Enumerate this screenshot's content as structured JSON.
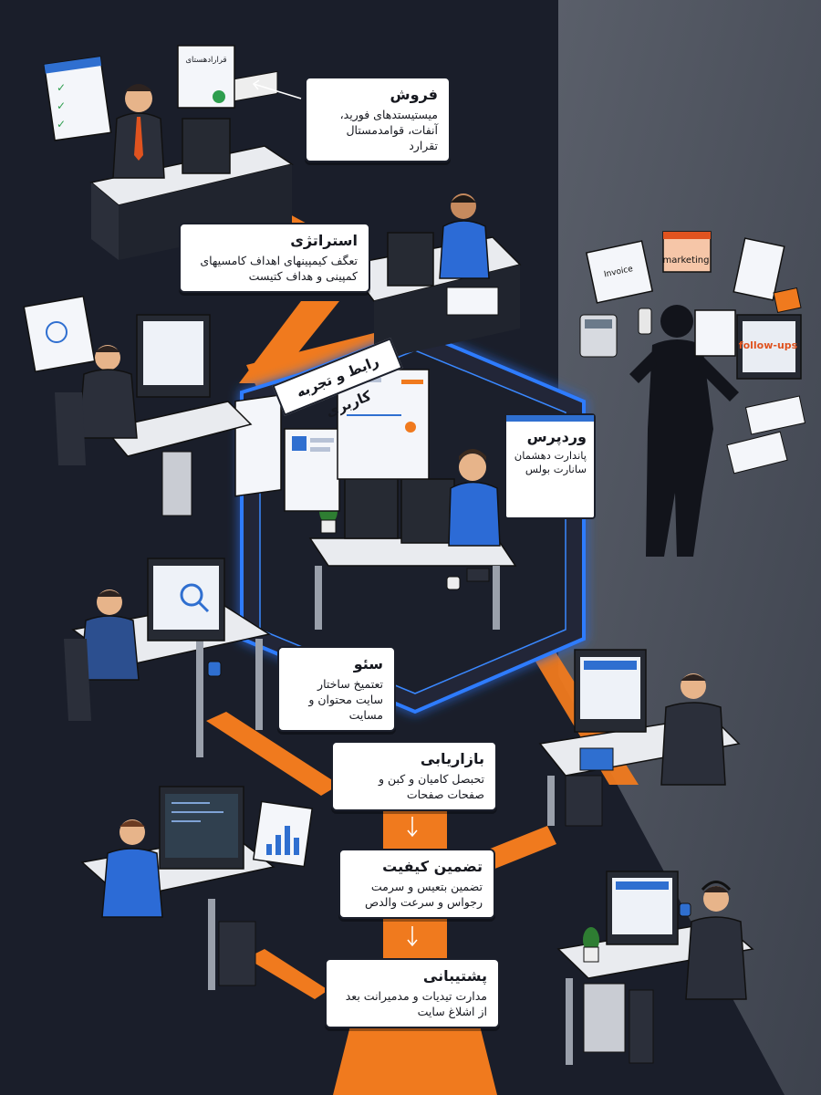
{
  "colors": {
    "background_dark": "#1a1e2a",
    "background_right": "#4a4f5b",
    "flow_orange": "#f07a1e",
    "glow_blue": "#2f7bff",
    "shirt_blue": "#2c6bd6",
    "desk_white": "#e9ebef",
    "desk_dark": "#2b2f3a"
  },
  "steps": [
    {
      "key": "sales",
      "title": "فروش",
      "description": "میستیستدهای فورید، آنفات، قوامدمستال تقرارد"
    },
    {
      "key": "strategy",
      "title": "استراتژی",
      "description": "تعگف کیمپینهای اهداف کامسیهای کمپینی و هداف کتیست"
    },
    {
      "key": "seo",
      "title": "سئو",
      "description": "تعتمیخ ساختار سایت محتوان و مسایت"
    },
    {
      "key": "marketing",
      "title": "بازاریابی",
      "description": "تحبصل کامیان و کبن و صفحات صفحات"
    },
    {
      "key": "qa",
      "title": "تضمین کیفیت",
      "description": "تضمین بتعیس و سرمت رجواس و سرعت والدص"
    },
    {
      "key": "support",
      "title": "پشتیبانی",
      "description": "مدارت تیدیات و مدمیرانت بعد از اشلاغ سایت"
    }
  ],
  "center": {
    "ux_title": "رابط و تجربه کاربری",
    "wordpress_title": "وردپرس",
    "wordpress_description": "پاندارت دهشمان سانارت بولس"
  },
  "props": {
    "contract_title": "قرارادهستای",
    "invoice_label": "Invoice",
    "marketing_label": "marketing",
    "followups_label": "follow-ups"
  }
}
